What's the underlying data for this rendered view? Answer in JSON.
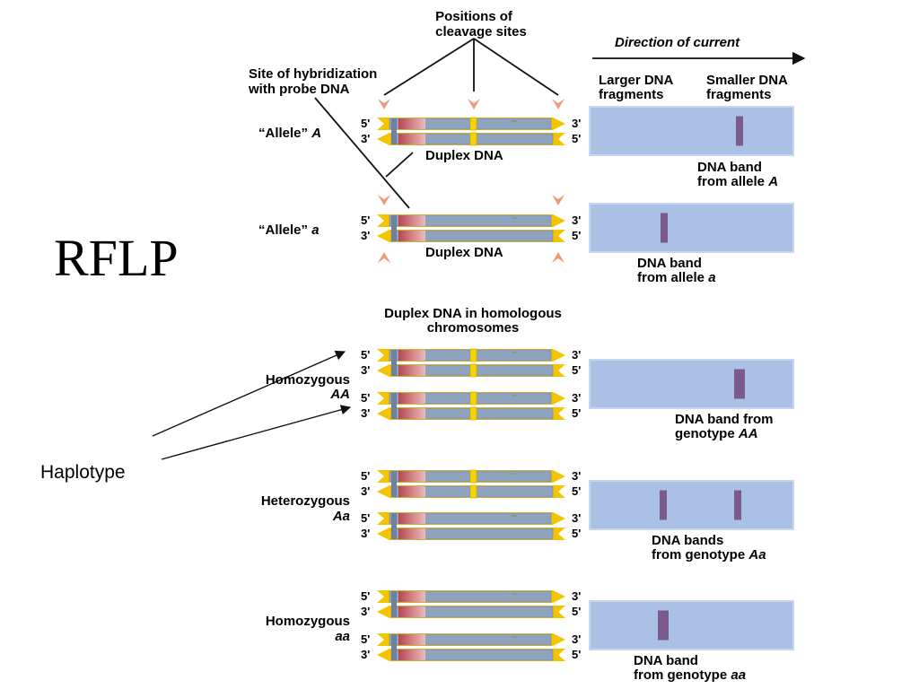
{
  "slide_title": "RFLP",
  "side_label": "Haplotype",
  "labels": {
    "positions_line1": "Positions of",
    "positions_line2": "cleavage sites",
    "hybrid_line1": "Site of hybridization",
    "hybrid_line2": "with probe DNA",
    "direction": "Direction of current",
    "larger_line1": "Larger DNA",
    "larger_line2": "fragments",
    "smaller_line1": "Smaller DNA",
    "smaller_line2": "fragments",
    "duplex": "Duplex DNA",
    "homologous_line1": "Duplex DNA in homologous",
    "homologous_line2": "chromosomes"
  },
  "strand_ends": {
    "five": "5'",
    "three": "3'"
  },
  "alleles": [
    {
      "name": "“Allele”",
      "letter": "A",
      "band_line1": "DNA band",
      "band_line2": "from allele",
      "band_letter": "A"
    },
    {
      "name": "“Allele”",
      "letter": "a",
      "band_line1": "DNA band",
      "band_line2": "from allele",
      "band_letter": "a"
    }
  ],
  "genotypes": [
    {
      "name_line1": "Homozygous",
      "name_line2": "AA",
      "band_line1": "DNA band from",
      "band_line2": "genotype",
      "band_letter": "AA"
    },
    {
      "name_line1": "Heterozygous",
      "name_line2": "Aa",
      "band_line1": "DNA bands",
      "band_line2": "from genotype",
      "band_letter": "Aa"
    },
    {
      "name_line1": "Homozygous",
      "name_line2": "aa",
      "band_line1": "DNA band",
      "band_line2": "from genotype",
      "band_letter": "aa"
    }
  ],
  "colors": {
    "strand": "#8fa3bf",
    "strand_edge": "#6f819b",
    "arrow_end": "#f5c400",
    "probe": "#d98f92",
    "cut_site": "#f7d400",
    "gel": "#aac0e4",
    "gel_edge": "#c7d6ef",
    "band": "#7b5a8c",
    "chevron": "#f09a7c"
  }
}
